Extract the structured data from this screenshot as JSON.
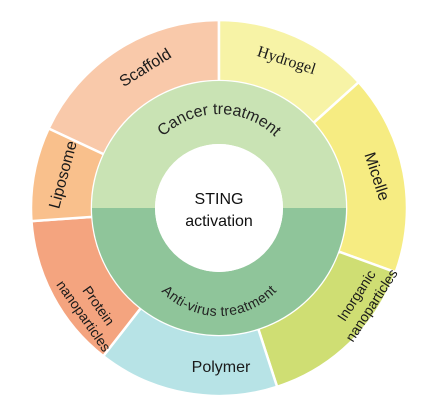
{
  "center": {
    "line1": "STING",
    "line2": "activation"
  },
  "inner_ring": {
    "top_label": "Cancer treatment",
    "bottom_label": "Anti-virus treatment",
    "top_color": "#c9e3b4",
    "bottom_color": "#8fc59a",
    "bottom_text_color": "#1f6a2c"
  },
  "outer_segments": [
    {
      "id": "scaffold",
      "label": "Scaffold",
      "color": "#f9c9aa"
    },
    {
      "id": "hydrogel",
      "label": "Hydrogel",
      "color": "#f7f3a6"
    },
    {
      "id": "micelle",
      "label": "Micelle",
      "color": "#f6ec82"
    },
    {
      "id": "inorganic",
      "label": [
        "Inorganic",
        "nanoparticles"
      ],
      "color": "#cfde73"
    },
    {
      "id": "polymer",
      "label": "Polymer",
      "color": "#b7e3e6"
    },
    {
      "id": "protein",
      "label": [
        "Protein",
        "nanoparticles"
      ],
      "color": "#f4a47f"
    },
    {
      "id": "liposome",
      "label": "Liposome",
      "color": "#f9c08c"
    }
  ]
}
